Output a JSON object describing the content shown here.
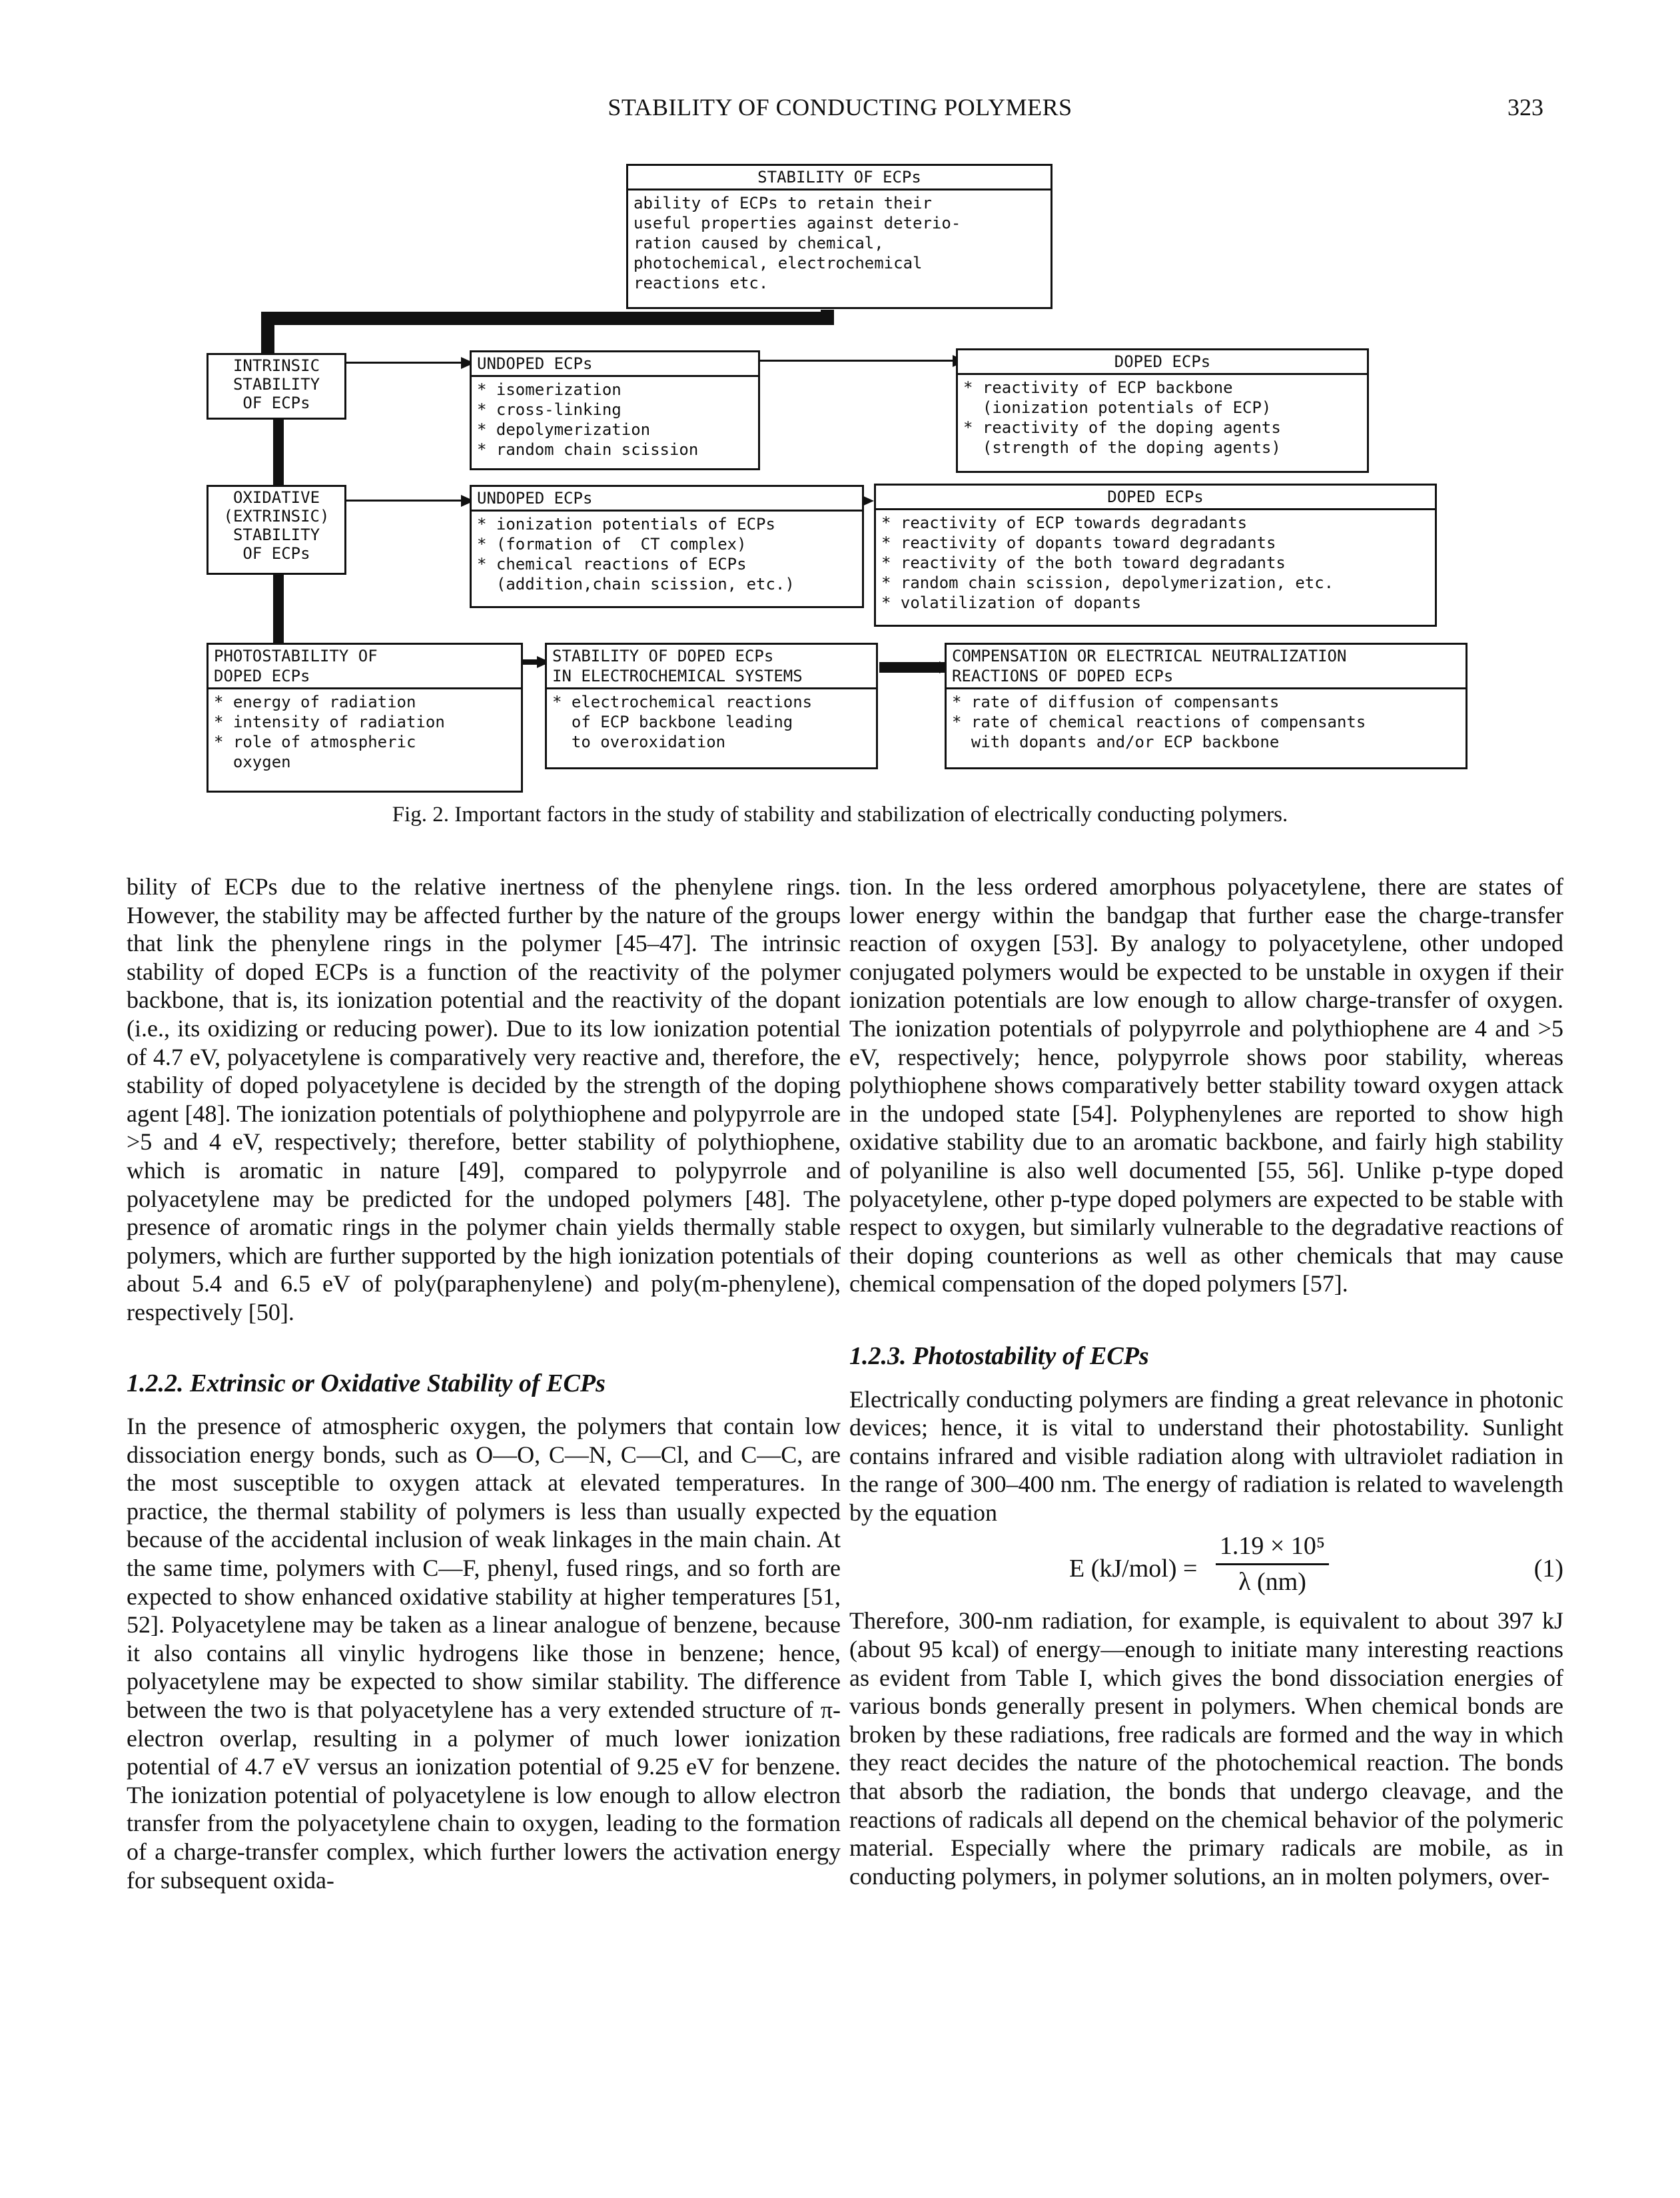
{
  "running_head": {
    "title": "STABILITY OF CONDUCTING POLYMERS",
    "page_number": "323"
  },
  "figure": {
    "top_box": {
      "title": "STABILITY OF ECPs",
      "lines": [
        "ability of ECPs to retain their",
        "useful properties against deterio-",
        "ration caused by chemical,",
        "photochemical, electrochemical",
        "reactions etc."
      ]
    },
    "intrinsic_label": [
      "INTRINSIC",
      "STABILITY",
      "OF ECPs"
    ],
    "oxidative_label": [
      "OXIDATIVE",
      "(EXTRINSIC)",
      "STABILITY",
      "OF ECPs"
    ],
    "intrinsic_undoped": {
      "title": "UNDOPED ECPs",
      "lines": [
        "* isomerization",
        "* cross-linking",
        "* depolymerization",
        "* random chain scission"
      ]
    },
    "intrinsic_doped": {
      "title": "DOPED ECPs",
      "lines": [
        "* reactivity of ECP backbone",
        "  (ionization potentials of ECP)",
        "* reactivity of the doping agents",
        "  (strength of the doping agents)"
      ]
    },
    "oxidative_undoped": {
      "title": "UNDOPED ECPs",
      "lines": [
        "* ionization potentials of ECPs",
        "* (formation of  CT complex)",
        "* chemical reactions of ECPs",
        "  (addition,chain scission, etc.)"
      ]
    },
    "oxidative_doped": {
      "title": "DOPED ECPs",
      "lines": [
        "* reactivity of ECP towards degradants",
        "* reactivity of dopants toward degradants",
        "* reactivity of the both toward degradants",
        "* random chain scission, depolymerization, etc.",
        "* volatilization of dopants"
      ]
    },
    "photostability": {
      "title_lines": [
        "PHOTOSTABILITY OF",
        "DOPED ECPs"
      ],
      "lines": [
        "* energy of radiation",
        "* intensity of radiation",
        "* role of atmospheric",
        "  oxygen"
      ]
    },
    "electrochemical": {
      "title_lines": [
        "STABILITY OF DOPED ECPs",
        "IN ELECTROCHEMICAL SYSTEMS"
      ],
      "lines": [
        "* electrochemical reactions",
        "  of ECP backbone leading",
        "  to overoxidation"
      ]
    },
    "compensation": {
      "title_lines": [
        "COMPENSATION OR ELECTRICAL NEUTRALIZATION",
        "REACTIONS OF DOPED ECPs"
      ],
      "lines": [
        "* rate of diffusion of compensants",
        "* rate of chemical reactions of compensants",
        "  with dopants and/or ECP backbone"
      ]
    },
    "caption": "Fig. 2.   Important factors in the study of stability and stabilization of electrically conducting polymers."
  },
  "left_column": {
    "p1": "bility of ECPs due to the relative inertness of the phenylene rings. However, the stability may be affected further by the nature of the groups that link the phenylene rings in the polymer [45–47]. The intrinsic stability of doped ECPs is a function of the reactivity of the polymer backbone, that is, its ionization potential and the reactivity of the dopant (i.e., its oxidizing or reducing power). Due to its low ionization potential of 4.7 eV, polyacetylene is comparatively very reactive and, therefore, the stability of doped polyacetylene is decided by the strength of the doping agent [48]. The ionization potentials of polythiophene and polypyrrole are >5 and 4 eV, respectively; therefore, better stability of polythiophene, which is aromatic in nature [49], compared to polypyrrole and polyacetylene may be predicted for the undoped polymers [48]. The presence of aromatic rings in the polymer chain yields thermally stable polymers, which are further supported by the high ionization potentials of about 5.4 and 6.5 eV of poly(paraphenylene) and poly(m-phenylene), respectively [50].",
    "heading": "1.2.2.  Extrinsic or Oxidative Stability of ECPs",
    "p2": "In the presence of atmospheric oxygen, the polymers that contain low dissociation energy bonds, such as O—O, C—N, C—Cl, and C—C, are the most susceptible to oxygen attack at elevated temperatures. In practice, the thermal stability of polymers is less than usually expected because of the accidental inclusion of weak linkages in the main chain. At the same time, polymers with C—F, phenyl, fused rings, and so forth are expected to show enhanced oxidative stability at higher temperatures [51, 52]. Polyacetylene may be taken as a linear analogue of benzene, because it also contains all vinylic hydrogens like those in benzene; hence, polyacetylene may be expected to show similar stability. The difference between the two is that polyacetylene has a very extended structure of π-electron overlap, resulting in a polymer of much lower ionization potential of 4.7 eV versus an ionization potential of 9.25 eV for benzene. The ionization potential of polyacetylene is low enough to allow electron transfer from the polyacetylene chain to oxygen, leading to the formation of a charge-transfer complex, which further lowers the activation energy for subsequent oxida-"
  },
  "right_column": {
    "p1": "tion. In the less ordered amorphous polyacetylene, there are states of lower energy within the bandgap that further ease the charge-transfer reaction of oxygen [53]. By analogy to polyacetylene, other undoped conjugated polymers would be expected to be unstable in oxygen if their ionization potentials are low enough to allow charge-transfer of oxygen. The ionization potentials of polypyrrole and polythiophene are 4 and >5 eV, respectively; hence, polypyrrole shows poor stability, whereas polythiophene shows comparatively better stability toward oxygen attack in the undoped state [54]. Polyphenylenes are reported to show high oxidative stability due to an aromatic backbone, and fairly high stability of polyaniline is also well documented [55, 56]. Unlike p-type doped polyacetylene, other p-type doped polymers are expected to be stable with respect to oxygen, but similarly vulnerable to the degradative reactions of their doping counterions as well as other chemicals that may cause chemical compensation of the doped polymers [57].",
    "heading": "1.2.3.  Photostability of ECPs",
    "p2": "Electrically conducting polymers are finding a great relevance in photonic devices; hence, it is vital to understand their photostability. Sunlight contains infrared and visible radiation along with ultraviolet radiation in the range of 300–400 nm. The energy of radiation is related to wavelength by the equation",
    "equation": {
      "lhs": "E (kJ/mol) =",
      "numerator": "1.19 × 10⁵",
      "denominator": "λ (nm)",
      "number": "(1)"
    },
    "p3": "Therefore, 300-nm radiation, for example, is equivalent to about 397 kJ (about 95 kcal) of energy—enough to initiate many interesting reactions as evident from Table I, which gives the bond dissociation energies of various bonds generally present in polymers. When chemical bonds are broken by these radiations, free radicals are formed and the way in which they react decides the nature of the photochemical reaction. The bonds that absorb the radiation, the bonds that undergo cleavage, and the reactions of radicals all depend on the chemical behavior of the polymeric material. Especially where the primary radicals are mobile, as in conducting polymers, in polymer solutions, an in molten polymers, over-"
  }
}
